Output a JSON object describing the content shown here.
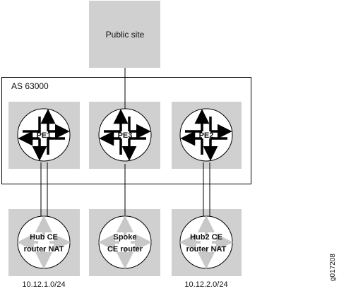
{
  "public_site": {
    "label": "Public site"
  },
  "as_box": {
    "label": "AS 63000"
  },
  "pe_routers": [
    {
      "id": "pe1",
      "label": "PE1"
    },
    {
      "id": "pe3",
      "label": "PE3"
    },
    {
      "id": "pe2",
      "label": "PE2"
    }
  ],
  "ce_routers": [
    {
      "id": "hub-ce",
      "line1": "Hub CE",
      "line2": "router NAT",
      "subnet": "10.12.1.0/24"
    },
    {
      "id": "spoke-ce",
      "line1": "Spoke",
      "line2": "CE router",
      "subnet": ""
    },
    {
      "id": "hub2-ce",
      "line1": "Hub2 CE",
      "line2": "router NAT",
      "subnet": "10.12.2.0/24"
    }
  ],
  "figure_id": "g017208",
  "colors": {
    "site_gray": "#d0d0d0",
    "router_fill": "#ffffff",
    "pe_arrow": "#000000",
    "ce_arrow": "#c8c8c8"
  }
}
